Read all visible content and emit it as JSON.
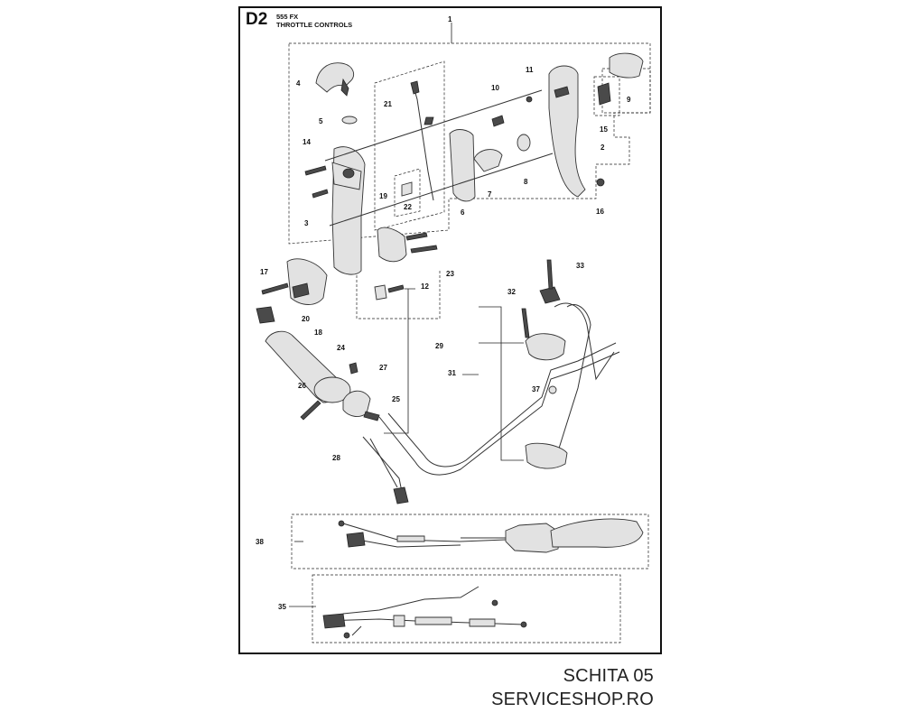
{
  "header": {
    "code": "D2",
    "model": "555 FX",
    "section": "THROTTLE CONTROLS"
  },
  "footer": {
    "line1": "SCHITA 05",
    "line2": "SERVICESHOP.RO"
  },
  "callouts": [
    "1",
    "2",
    "3",
    "4",
    "5",
    "6",
    "7",
    "8",
    "9",
    "10",
    "11",
    "12",
    "14",
    "15",
    "16",
    "17",
    "18",
    "19",
    "20",
    "21",
    "22",
    "23",
    "24",
    "25",
    "26",
    "27",
    "28",
    "29",
    "31",
    "32",
    "33",
    "35",
    "37",
    "38"
  ]
}
